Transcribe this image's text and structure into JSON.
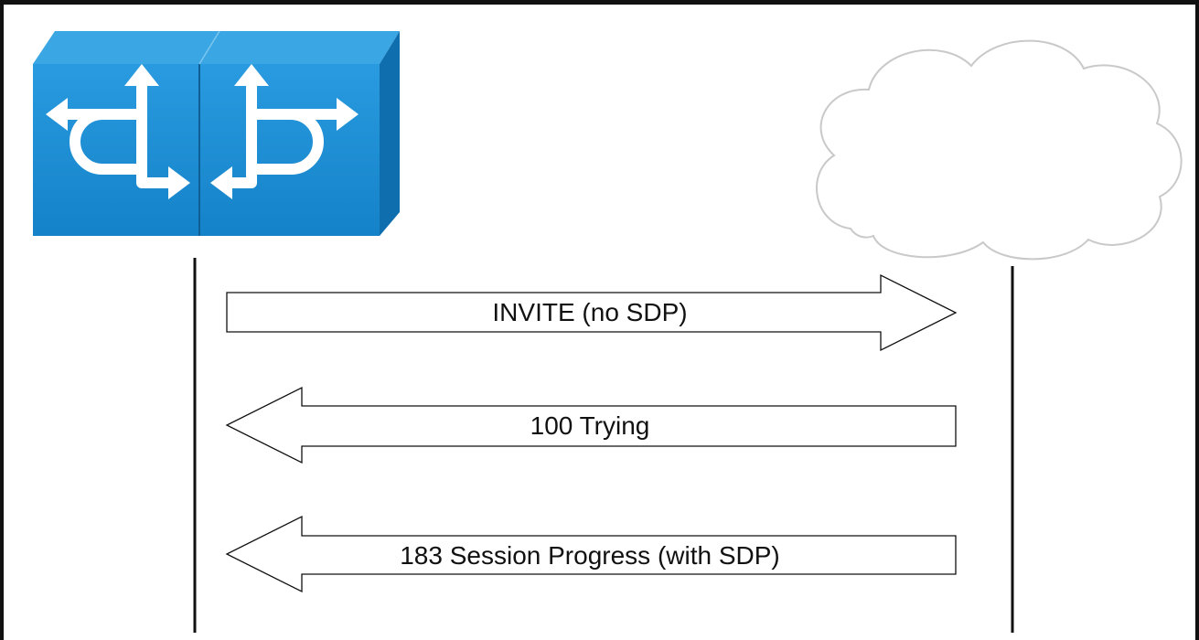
{
  "diagram": {
    "left_entity": {
      "icon": "gateway-router-icon",
      "color": "#1a8fd6"
    },
    "right_entity": {
      "icon": "cloud-icon"
    },
    "messages": [
      {
        "label": "INVITE (no SDP)",
        "direction": "right"
      },
      {
        "label": "100 Trying",
        "direction": "left"
      },
      {
        "label": "183 Session Progress (with SDP)",
        "direction": "left"
      }
    ]
  }
}
